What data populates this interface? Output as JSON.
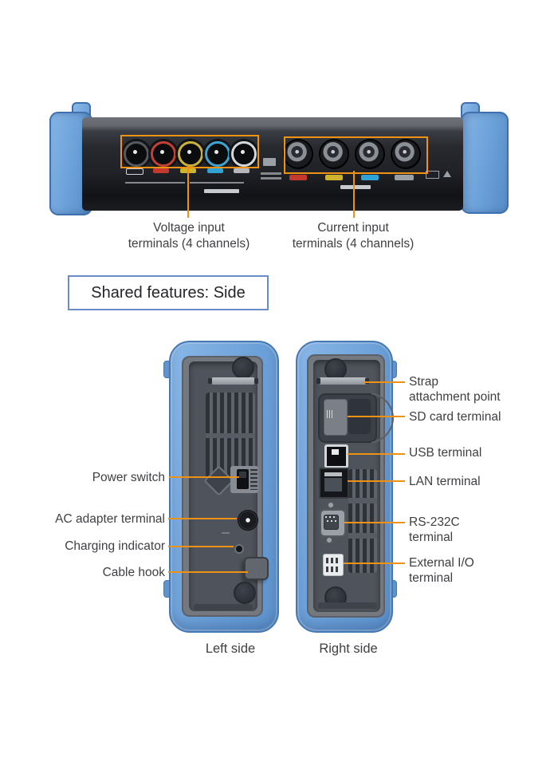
{
  "colors": {
    "accent_orange": "#ee9216",
    "device_blue": "#6ba0d8",
    "heading_border": "#6b8cc4",
    "label_text": "#3f4043"
  },
  "top_view": {
    "voltage_callout": {
      "line1": "Voltage input",
      "line2": "terminals (4 channels)"
    },
    "current_callout": {
      "line1": "Current input",
      "line2": "terminals (4 channels)"
    }
  },
  "heading": {
    "text": "Shared features: Side"
  },
  "left_side": {
    "caption": "Left side",
    "labels": {
      "power_switch": "Power switch",
      "ac_adapter": "AC adapter terminal",
      "charging_indicator": "Charging indicator",
      "cable_hook": "Cable hook"
    }
  },
  "right_side": {
    "caption": "Right side",
    "labels": {
      "strap_line1": "Strap",
      "strap_line2": "attachment point",
      "sd_card": "SD card terminal",
      "usb": "USB terminal",
      "lan": "LAN terminal",
      "rs232c_line1": "RS-232C",
      "rs232c_line2": "terminal",
      "ext_io_line1": "External I/O",
      "ext_io_line2": "terminal"
    }
  }
}
